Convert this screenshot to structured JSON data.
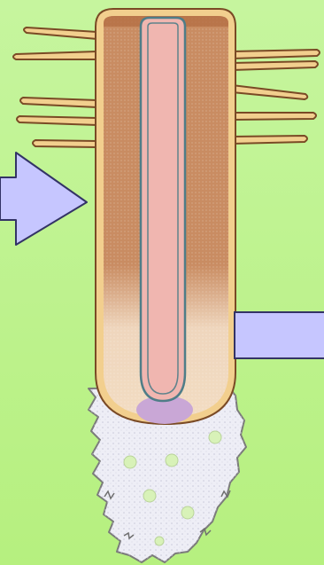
{
  "diagram": {
    "subject": "root tip",
    "arrows": [
      {
        "name": "left-pointer-arrow",
        "shape": "block-arrow",
        "direction": "right",
        "label": ""
      },
      {
        "name": "right-label-box",
        "shape": "rectangle",
        "label": ""
      }
    ],
    "regions": [
      "epidermis",
      "cortex",
      "vascular-cylinder",
      "elongation-zone",
      "meristem",
      "root-cap"
    ],
    "root_hairs": {
      "left_count": 5,
      "right_count": 5
    }
  },
  "colors": {
    "background_top": "#c6f59e",
    "background_bottom": "#b6f07f",
    "epidermis": "#f2cf8e",
    "outline": "#7a4a25",
    "cortex_upper": "#c98c62",
    "cortex_lower": "#efd6bd",
    "stele_fill": "#f0b6b0",
    "stele_stroke": "#4f7d88",
    "meristem_spot": "#c9a7d6",
    "root_cap": "#eeeef6",
    "root_cap_edge": "#7b7b7b",
    "arrow_fill": "#c6c6ff",
    "arrow_stroke": "#333366"
  }
}
